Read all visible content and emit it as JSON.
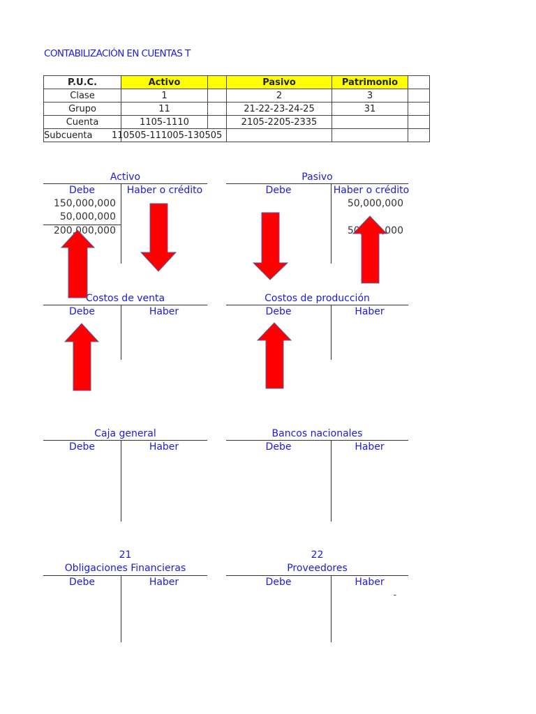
{
  "title": "CONTABILIZACIÓN EN CUENTAS T",
  "puc_table": {
    "headers": [
      "P.U.C.",
      "Activo",
      "",
      "Pasivo",
      "Patrimonio",
      ""
    ],
    "rows": [
      {
        "label": "Clase",
        "activo": "1",
        "pasivo": "2",
        "patrimonio": "3"
      },
      {
        "label": "Grupo",
        "activo": "11",
        "pasivo": "21-22-23-24-25",
        "patrimonio": "31"
      },
      {
        "label": "Cuenta",
        "activo": "1105-1110",
        "pasivo": "2105-2205-2335",
        "patrimonio": ""
      },
      {
        "label": "Subcuenta",
        "activo": "110505-111005-130505",
        "pasivo": "",
        "patrimonio": ""
      }
    ]
  },
  "accounts": {
    "activo": {
      "name": "Activo",
      "debe": "Debe",
      "haber": "Haber o crédito",
      "debe_entries": [
        "150,000,000",
        "50,000,000"
      ],
      "debe_total": "200,000,000"
    },
    "pasivo": {
      "name": "Pasivo",
      "debe": "Debe",
      "haber": "Haber o crédito",
      "haber_entries": [
        "50,000,000"
      ],
      "haber_total": "50,000,000"
    },
    "costos_venta": {
      "name": "Costos de venta",
      "debe": "Debe",
      "haber": "Haber"
    },
    "costos_produccion": {
      "name": "Costos de producción",
      "debe": "Debe",
      "haber": "Haber"
    },
    "caja_general": {
      "name": "Caja general",
      "debe": "Debe",
      "haber": "Haber"
    },
    "bancos_nacionales": {
      "name": "Bancos nacionales",
      "debe": "Debe",
      "haber": "Haber"
    },
    "obligaciones": {
      "code": "21",
      "name": "Obligaciones Financieras",
      "debe": "Debe",
      "haber": "Haber"
    },
    "proveedores": {
      "code": "22",
      "name": "Proveedores",
      "debe": "Debe",
      "haber": "Haber",
      "haber_entries": [
        "-"
      ]
    }
  },
  "colors": {
    "accent_text": "#1a1ae6",
    "header_fill": "#ffff00",
    "arrow": "#ff0000"
  }
}
